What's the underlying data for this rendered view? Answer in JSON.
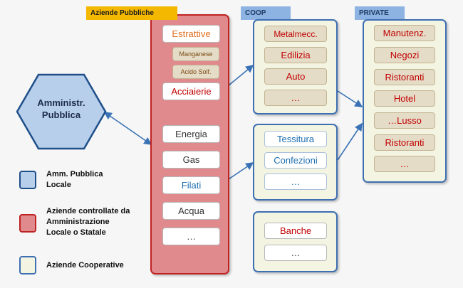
{
  "colors": {
    "red": "#c02222",
    "blue_text": "#1f6fb0",
    "orange": "#e07020",
    "dark_red_text": "#c00000",
    "brown_text": "#7a4a10",
    "dark_text": "#333333"
  },
  "headers": {
    "pubbliche": "Aziende Pubbliche",
    "coop": "COOP",
    "private": "PRIVATE"
  },
  "hexagon": {
    "line1": "Amministr.",
    "line2": "Pubblica"
  },
  "pubbliche_items": [
    "Estrattive",
    "Manganese",
    "Acido Solf.",
    "Acciaierie",
    "Energia",
    "Gas",
    "Filati",
    "Acqua",
    "…"
  ],
  "coop_group1": [
    "Metalmecc.",
    "Edilizia",
    "Auto",
    "…"
  ],
  "coop_group2": [
    "Tessitura",
    "Confezioni",
    "…"
  ],
  "coop_group3": [
    "Banche",
    "…"
  ],
  "private_items": [
    "Manutenz.",
    "Negozi",
    "Ristoranti",
    "Hotel",
    "…Lusso",
    "Ristoranti",
    "…"
  ],
  "legend": {
    "amm_line1": "Amm. Pubblica",
    "amm_line2": "Locale",
    "controllate_line1": "Aziende controllate da",
    "controllate_line2": "Amministrazione",
    "controllate_line3": "Locale o Statale",
    "cooperative": "Aziende Cooperative"
  }
}
